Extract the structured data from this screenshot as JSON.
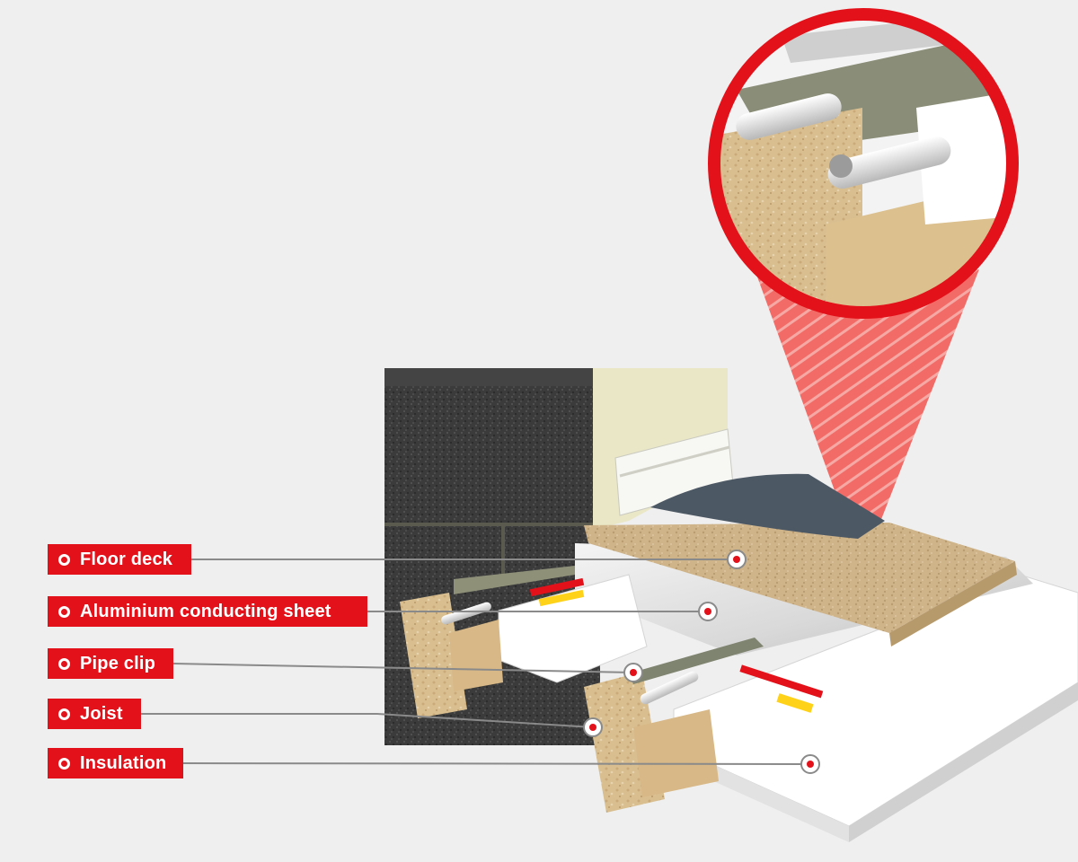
{
  "callouts": {
    "floor_deck": "Floor deck",
    "aluminium": "Aluminium conducting sheet",
    "pipe_clip": "Pipe clip",
    "joist": "Joist",
    "insulation": "Insulation"
  },
  "colors": {
    "accent_red": "#e3111a",
    "background": "#efefef",
    "leader_line": "#8a8a8a"
  },
  "icons": {
    "callout_marker": "ring-dot-icon",
    "detail_view": "magnifier-circle-icon"
  }
}
